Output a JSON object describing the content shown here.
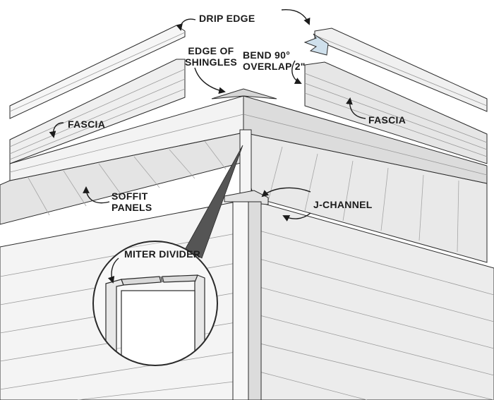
{
  "labels": {
    "drip_edge": "DRIP EDGE",
    "edge_of_shingles": [
      "EDGE OF",
      "SHINGLES"
    ],
    "bend_overlap": [
      "BEND 90°",
      "OVERLAP 2\""
    ],
    "fascia_left": "FASCIA",
    "fascia_right": "FASCIA",
    "soffit_panels": [
      "SOFFIT",
      "PANELS"
    ],
    "j_channel": "J-CHANNEL",
    "miter_divider": "MITER DIVIDER"
  },
  "colors": {
    "line": "#2a2a2a",
    "fill": "#f1f1f1",
    "shade": "#c9c9c9",
    "arrow_accent": "#cfe0ec"
  }
}
